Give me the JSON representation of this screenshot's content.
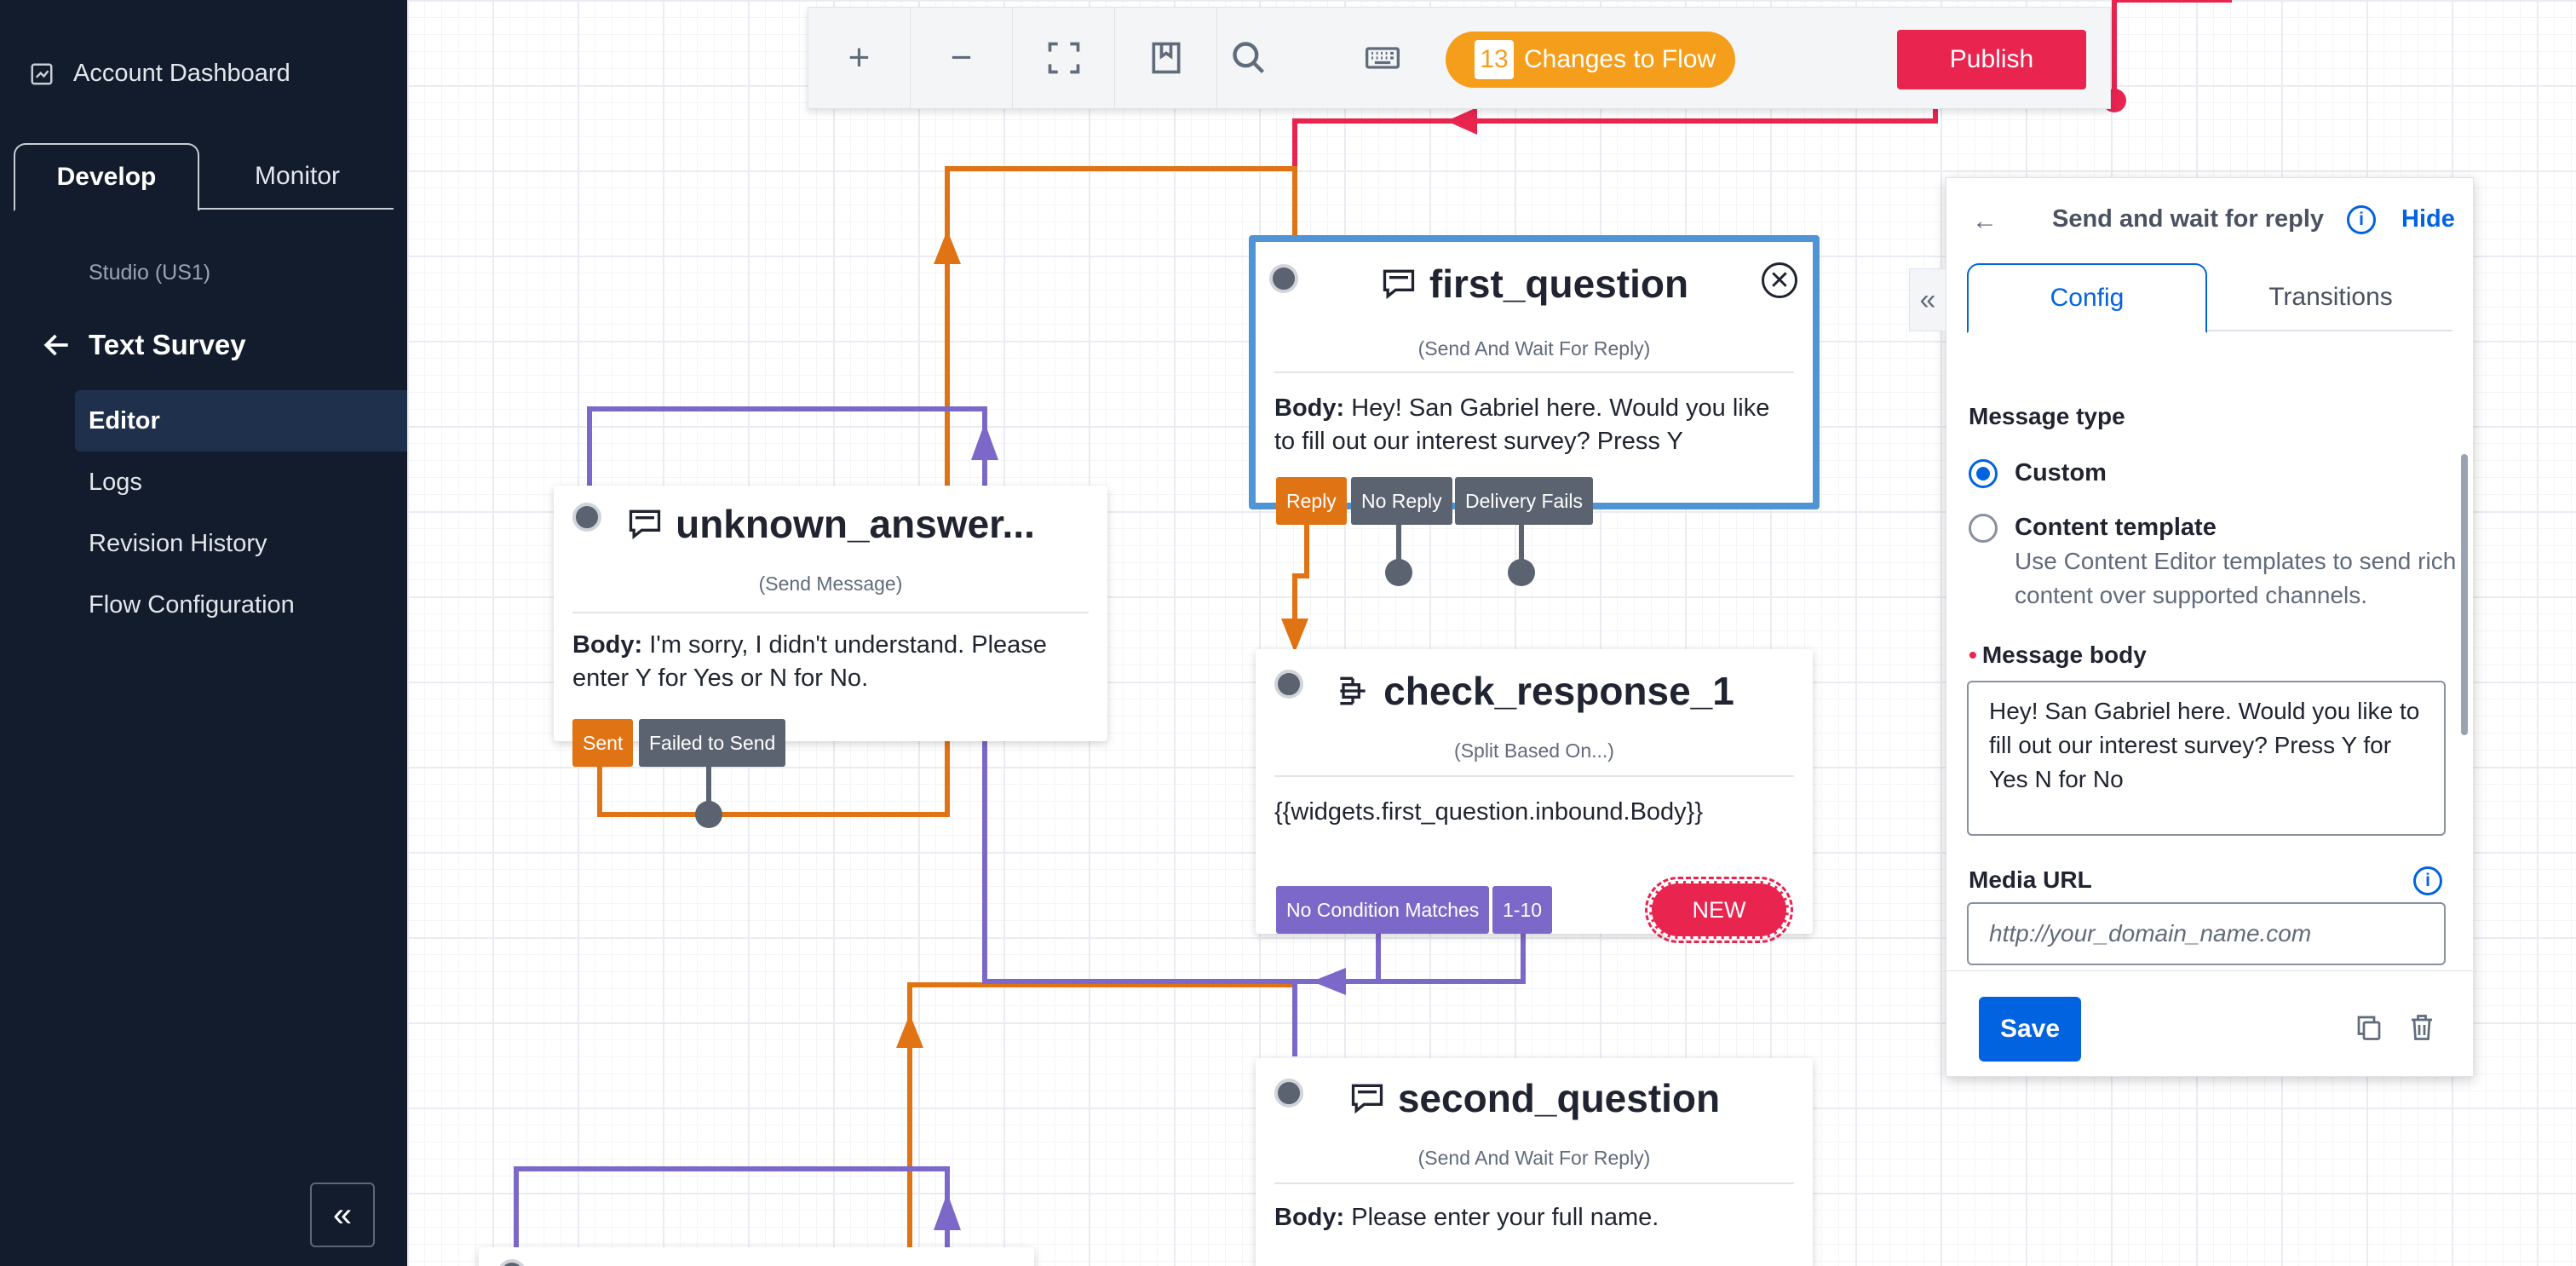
{
  "sidebar": {
    "account_label": "Account Dashboard",
    "tabs": [
      {
        "label": "Develop",
        "active": true
      },
      {
        "label": "Monitor",
        "active": false
      }
    ],
    "studio_label": "Studio (US1)",
    "flow_title": "Text Survey",
    "nav": [
      {
        "label": "Editor",
        "active": true
      },
      {
        "label": "Logs"
      },
      {
        "label": "Revision History"
      },
      {
        "label": "Flow Configuration"
      }
    ],
    "collapse_glyph": "«"
  },
  "toolbar": {
    "zoom_in": "+",
    "zoom_out": "−",
    "changes_count": "13",
    "changes_label": "Changes to Flow",
    "publish_label": "Publish"
  },
  "widgets": {
    "first_question": {
      "name": "first_question",
      "type": "(Send And Wait For Reply)",
      "body_label": "Body:",
      "body_text": "Hey! San Gabriel here. Would you like to fill out our interest survey? Press Y",
      "close_glyph": "✕",
      "transitions": [
        "Reply",
        "No Reply",
        "Delivery Fails"
      ]
    },
    "unknown_answer": {
      "name": "unknown_answer...",
      "type": "(Send Message)",
      "body_label": "Body:",
      "body_text": "I'm sorry, I didn't understand. Please enter Y for Yes or N for No.",
      "transitions": [
        "Sent",
        "Failed to Send"
      ]
    },
    "check_response": {
      "name": "check_response_1",
      "type": "(Split Based On...)",
      "expression": "{{widgets.first_question.inbound.Body}}",
      "transitions": [
        "No Condition Matches",
        "1-10"
      ],
      "new_label": "NEW"
    },
    "second_question": {
      "name": "second_question",
      "type": "(Send And Wait For Reply)",
      "body_label": "Body:",
      "body_text": "Please enter your full name."
    }
  },
  "panel": {
    "back_glyph": "←",
    "title": "Send and wait for reply",
    "info_glyph": "i",
    "hide_label": "Hide",
    "collapse_glyph": "«",
    "tabs": [
      {
        "label": "Config",
        "active": true
      },
      {
        "label": "Transitions",
        "active": false
      }
    ],
    "message_type_label": "Message type",
    "options": [
      {
        "label": "Custom",
        "checked": true
      },
      {
        "label": "Content template",
        "checked": false,
        "help": "Use Content Editor templates to send rich content over supported channels."
      }
    ],
    "message_body_label": "Message body",
    "message_body_value": "Hey! San Gabriel here. Would you like to fill out our interest survey? Press Y for Yes N for No",
    "media_url_label": "Media URL",
    "media_url_placeholder": "http://your_domain_name.com",
    "save_label": "Save"
  },
  "colors": {
    "sidebar_bg": "#121c2d",
    "accent_blue": "#0263e0",
    "wire_orange": "#e07314",
    "wire_purple": "#7b68c8",
    "wire_red": "#e8244f",
    "changes_orange": "#f59e1c",
    "selected_border": "#4f95d6"
  },
  "icons": [
    "dashboard-icon",
    "arrow-left-icon",
    "plus-icon",
    "minus-icon",
    "fit-screen-icon",
    "bookmark-icon",
    "search-icon",
    "keyboard-icon",
    "chat-bubble-icon",
    "split-icon",
    "close-icon",
    "info-icon",
    "copy-icon",
    "trash-icon",
    "chevron-double-left-icon"
  ]
}
